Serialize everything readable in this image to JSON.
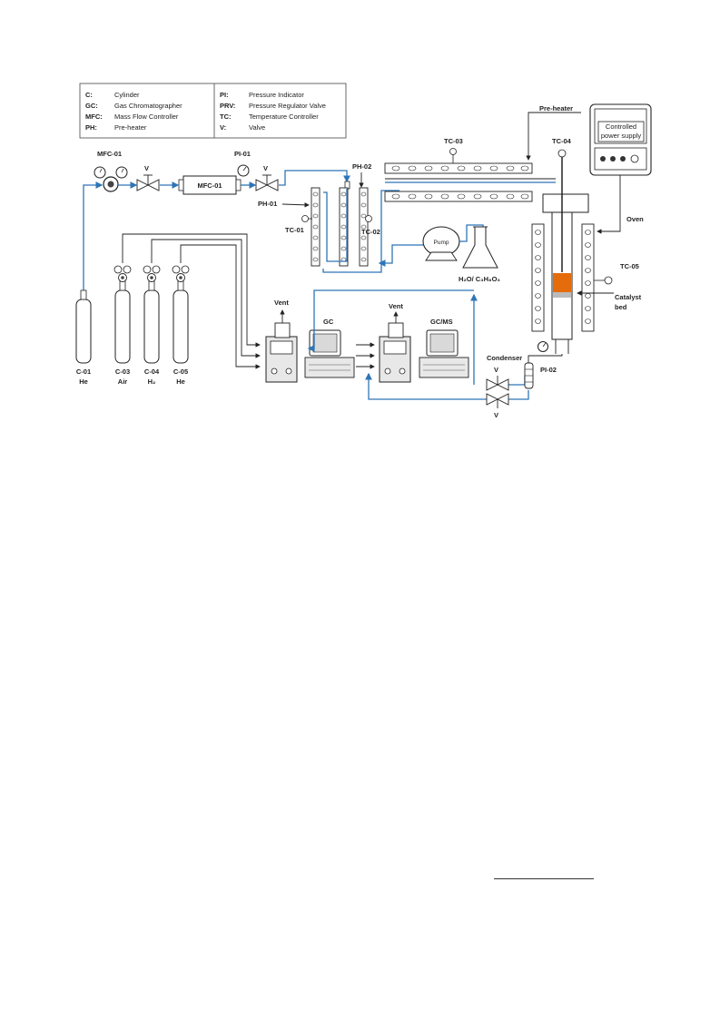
{
  "legend": {
    "left": [
      {
        "key": "C:",
        "desc": "Cylinder"
      },
      {
        "key": "GC:",
        "desc": "Gas Chromatographer"
      },
      {
        "key": "MFC:",
        "desc": "Mass Flow Controller"
      },
      {
        "key": "PH:",
        "desc": "Pre-heater"
      }
    ],
    "right": [
      {
        "key": "PI:",
        "desc": "Pressure Indicator"
      },
      {
        "key": "PRV:",
        "desc": "Pressure Regulator Valve"
      },
      {
        "key": "TC:",
        "desc": "Temperature Controller"
      },
      {
        "key": "V:",
        "desc": "Valve"
      }
    ]
  },
  "labels": {
    "mfc01_top": "MFC-01",
    "mfc01_box": "MFC-01",
    "pi01": "PI-01",
    "v_main1": "V",
    "v_main2": "V",
    "ph01": "PH-01",
    "ph02": "PH-02",
    "tc01": "TC-01",
    "tc02": "TC-02",
    "tc03": "TC-03",
    "tc04": "TC-04",
    "tc05": "TC-05",
    "preheater": "Pre-heater",
    "power_line1": "Controlled",
    "power_line2": "power supply",
    "oven": "Oven",
    "pump": "Pump",
    "feed": "H₂O/ C₃H₈O₃",
    "catalyst_line1": "Catalyst",
    "catalyst_line2": "bed",
    "vent1": "Vent",
    "vent2": "Vent",
    "gc": "GC",
    "gcms": "GC/MS",
    "condenser": "Condenser",
    "pi02": "PI-02",
    "v_out1": "V",
    "v_out2": "V"
  },
  "cylinders": [
    {
      "id": "C-01",
      "gas": "He"
    },
    {
      "id": "C-03",
      "gas": "Air"
    },
    {
      "id": "C-04",
      "gas": "H₂"
    },
    {
      "id": "C-05",
      "gas": "He"
    }
  ],
  "colors": {
    "flow_line": "#2e75b6",
    "catalyst": "#e46c0a",
    "outline": "#222222"
  }
}
